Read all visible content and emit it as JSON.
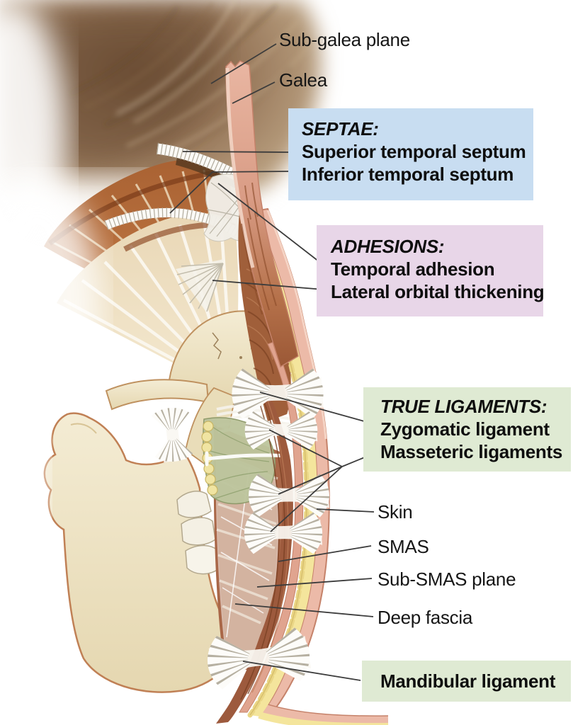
{
  "figure": {
    "type": "anatomical-illustration",
    "subject": "Facial fascial layers, septae, adhesions and retaining ligaments (lateral view)"
  },
  "colors": {
    "septae_box_bg": "#c8ddf1",
    "adhesions_box_bg": "#e8d6e8",
    "ligaments_box_bg": "#dfead3",
    "label_text": "#161616",
    "leader_line": "#3c3c3c",
    "skin_layer": "#ecbaa8",
    "fat_layer": "#f4e59c",
    "smas_layer": "#e0a48f",
    "muscle_layer": "#9d5a3d",
    "bone": "#eee3c2"
  },
  "labels": {
    "sub_galea_plane": "Sub-galea plane",
    "galea": "Galea",
    "skin": "Skin",
    "smas": "SMAS",
    "sub_smas_plane": "Sub-SMAS plane",
    "deep_fascia": "Deep fascia"
  },
  "boxes": {
    "septae": {
      "title": "SEPTAE:",
      "items": [
        "Superior temporal septum",
        "Inferior temporal septum"
      ]
    },
    "adhesions": {
      "title": "ADHESIONS:",
      "items": [
        "Temporal adhesion",
        "Lateral orbital thickening"
      ]
    },
    "true_ligaments": {
      "title": "TRUE LIGAMENTS:",
      "items": [
        "Zygomatic ligament",
        "Masseteric ligaments"
      ]
    },
    "mandibular": {
      "label": "Mandibular ligament"
    }
  }
}
